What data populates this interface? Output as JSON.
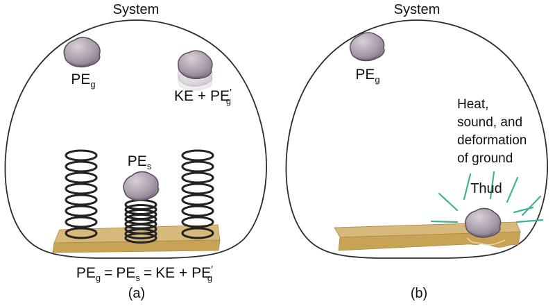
{
  "panel_a": {
    "title": "System",
    "rock_label": {
      "base": "PE",
      "sub": "g"
    },
    "falling_rock_label": {
      "base": "KE + PE",
      "prime": "′",
      "sub": "g"
    },
    "spring_rock_label": {
      "base": "PE",
      "sub": "s"
    },
    "equation": {
      "term1": "PE",
      "term1_sub": "g",
      "eq1": "=",
      "term2": "PE",
      "term2_sub": "s",
      "eq2": "=",
      "term3": "KE + PE",
      "term3_prime": "′",
      "term3_sub": "g"
    },
    "caption": "(a)"
  },
  "panel_b": {
    "title": "System",
    "rock_label": {
      "base": "PE",
      "sub": "g"
    },
    "annotation": "Heat,\nsound, and\ndeformation\nof ground",
    "impact_label": "Thud",
    "caption": "(b)"
  },
  "colors": {
    "boundary": "#2d2d2d",
    "spring": "#222222",
    "board_top": "#d6b97b",
    "board_front": "#c8a355",
    "dent_outline": "#e8d8a6",
    "rock_light": "#d9d0d7",
    "rock_mid": "#ab9dac",
    "rock_dark": "#786b7d",
    "rock_outline": "#5a4f60",
    "impact_lines": "#42b091",
    "text": "#111111"
  }
}
